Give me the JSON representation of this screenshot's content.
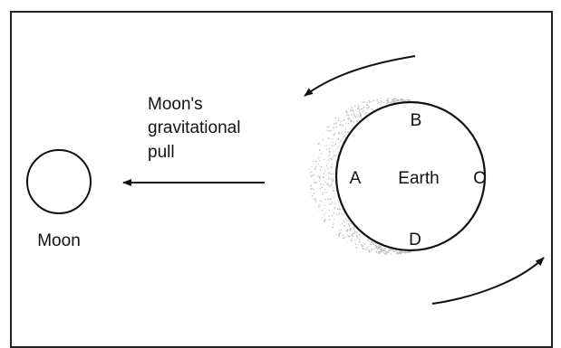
{
  "labels": {
    "moon": "Moon",
    "earth": "Earth",
    "point_a": "A",
    "point_b": "B",
    "point_c": "C",
    "point_d": "D",
    "pull_line1": "Moon's",
    "pull_line2": "gravitational",
    "pull_line3": "pull"
  },
  "colors": {
    "stroke": "#111111",
    "frame": "#222222",
    "bulge_shading": "#bdbdbd"
  }
}
